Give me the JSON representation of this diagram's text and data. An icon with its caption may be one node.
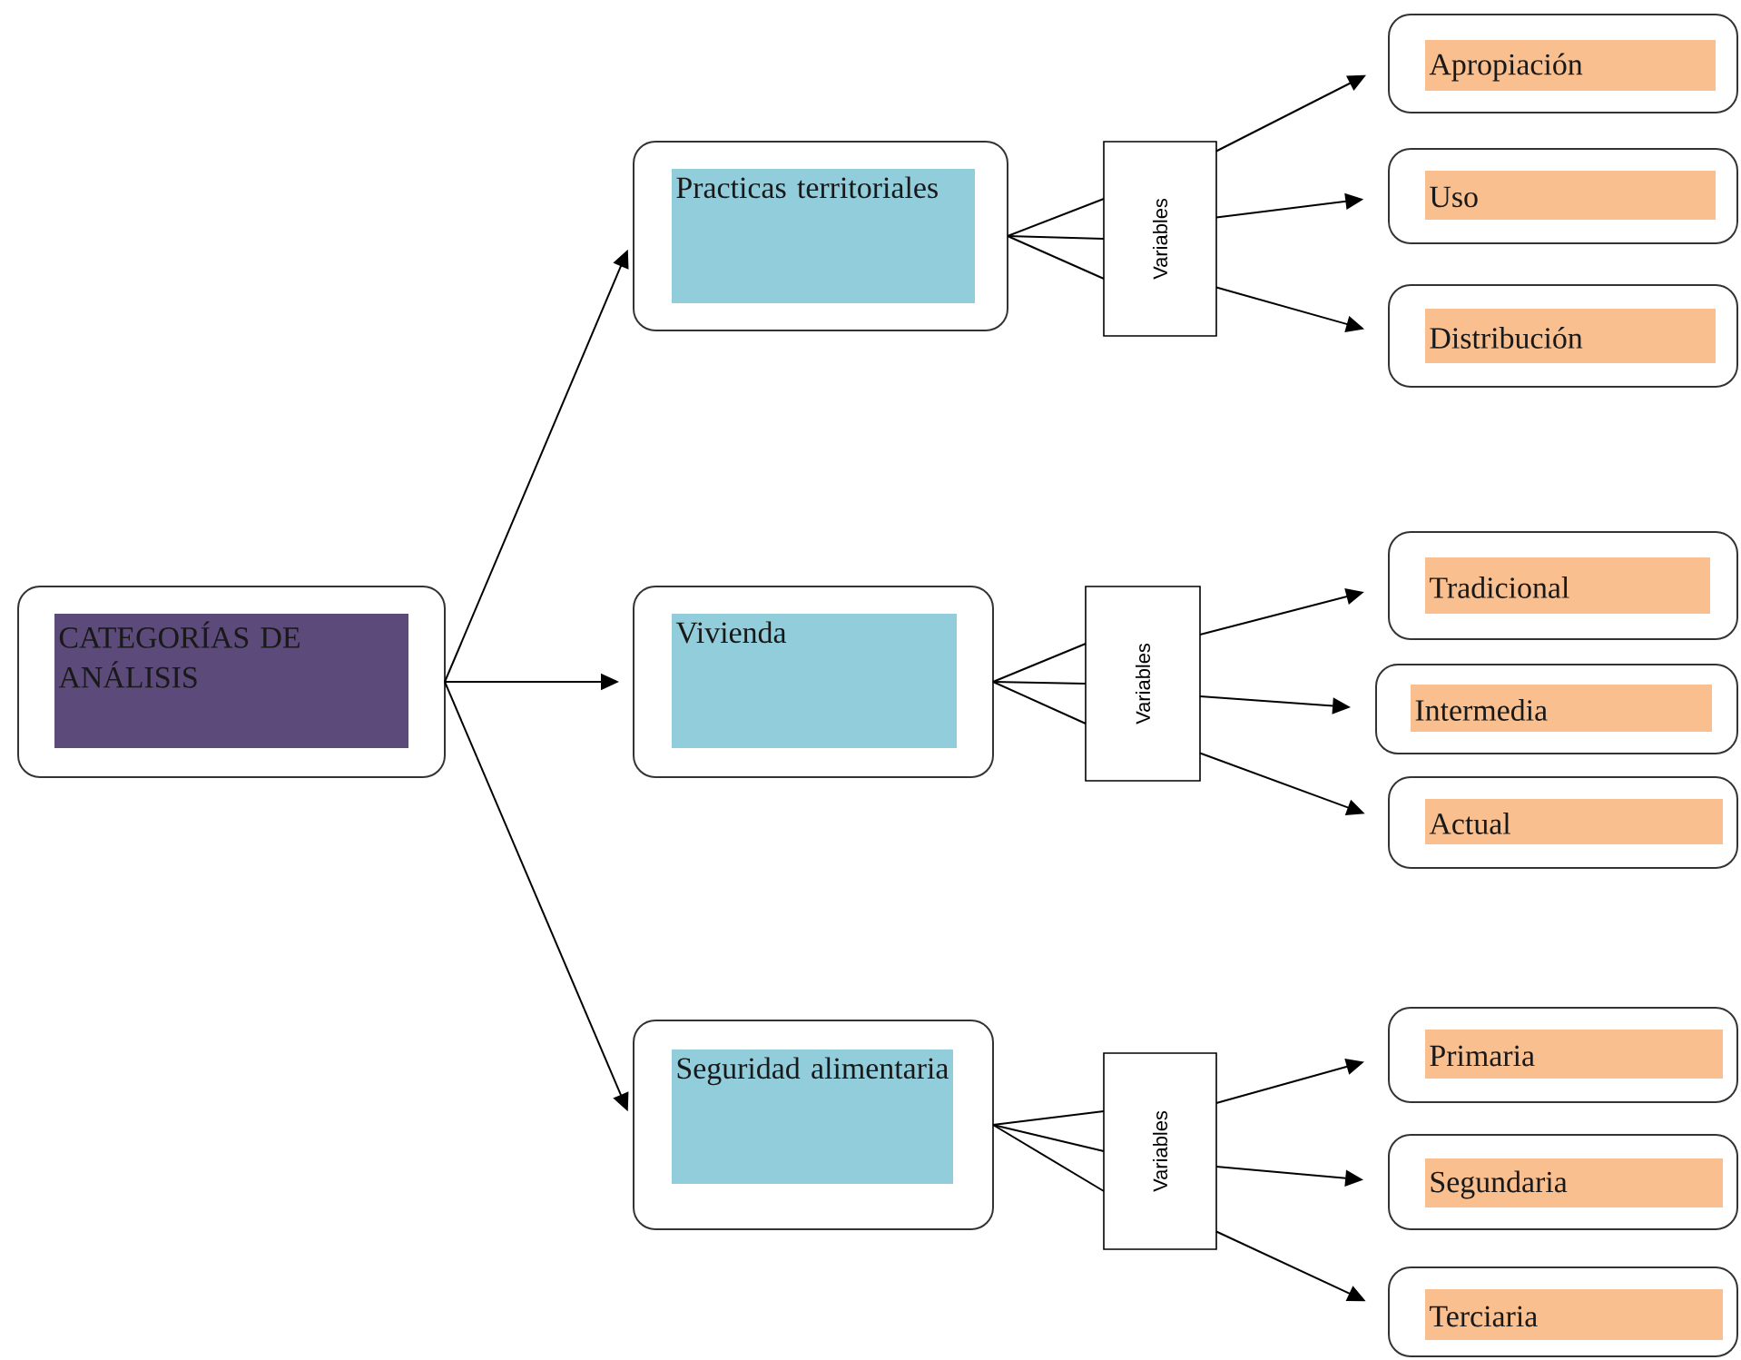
{
  "diagram": {
    "nodes": [
      {
        "text": [
          "CATEGORÍAS DE ANÁLISIS"
        ]
      },
      {
        "text": [
          "Practicas territoriales"
        ]
      },
      {
        "text": [
          "Variables"
        ]
      },
      {
        "text": [
          "Apropiación"
        ]
      },
      {
        "text": [
          "Uso"
        ]
      },
      {
        "text": [
          "Distribución"
        ]
      },
      {
        "text": [
          "Vivienda"
        ]
      },
      {
        "text": [
          "Variables"
        ]
      },
      {
        "text": [
          "Tradicional"
        ]
      },
      {
        "text": [
          "Intermedia"
        ]
      },
      {
        "text": [
          "Actual"
        ]
      },
      {
        "text": [
          "Seguridad alimentaria"
        ]
      },
      {
        "text": [
          "Variables"
        ]
      },
      {
        "text": [
          "Primaria"
        ]
      },
      {
        "text": [
          "Segundaria"
        ]
      },
      {
        "text": [
          "Terciaria"
        ]
      }
    ],
    "edges": [
      {
        "from": 0,
        "to": 1,
        "arrow": "to"
      },
      {
        "from": 0,
        "to": 6,
        "arrow": "to"
      },
      {
        "from": 0,
        "to": 11,
        "arrow": "to"
      },
      {
        "from": 1,
        "to": 2,
        "arrow": "none"
      },
      {
        "from": 1,
        "to": 2,
        "arrow": "none"
      },
      {
        "from": 1,
        "to": 2,
        "arrow": "none"
      },
      {
        "from": 2,
        "to": 3,
        "arrow": "to"
      },
      {
        "from": 2,
        "to": 4,
        "arrow": "to"
      },
      {
        "from": 2,
        "to": 5,
        "arrow": "to"
      },
      {
        "from": 6,
        "to": 7,
        "arrow": "none"
      },
      {
        "from": 6,
        "to": 7,
        "arrow": "none"
      },
      {
        "from": 6,
        "to": 7,
        "arrow": "none"
      },
      {
        "from": 7,
        "to": 8,
        "arrow": "to"
      },
      {
        "from": 7,
        "to": 9,
        "arrow": "to"
      },
      {
        "from": 7,
        "to": 10,
        "arrow": "to"
      },
      {
        "from": 11,
        "to": 12,
        "arrow": "none"
      },
      {
        "from": 11,
        "to": 12,
        "arrow": "none"
      },
      {
        "from": 11,
        "to": 12,
        "arrow": "none"
      },
      {
        "from": 12,
        "to": 13,
        "arrow": "to"
      },
      {
        "from": 12,
        "to": 14,
        "arrow": "to"
      },
      {
        "from": 12,
        "to": 15,
        "arrow": "to"
      }
    ]
  }
}
